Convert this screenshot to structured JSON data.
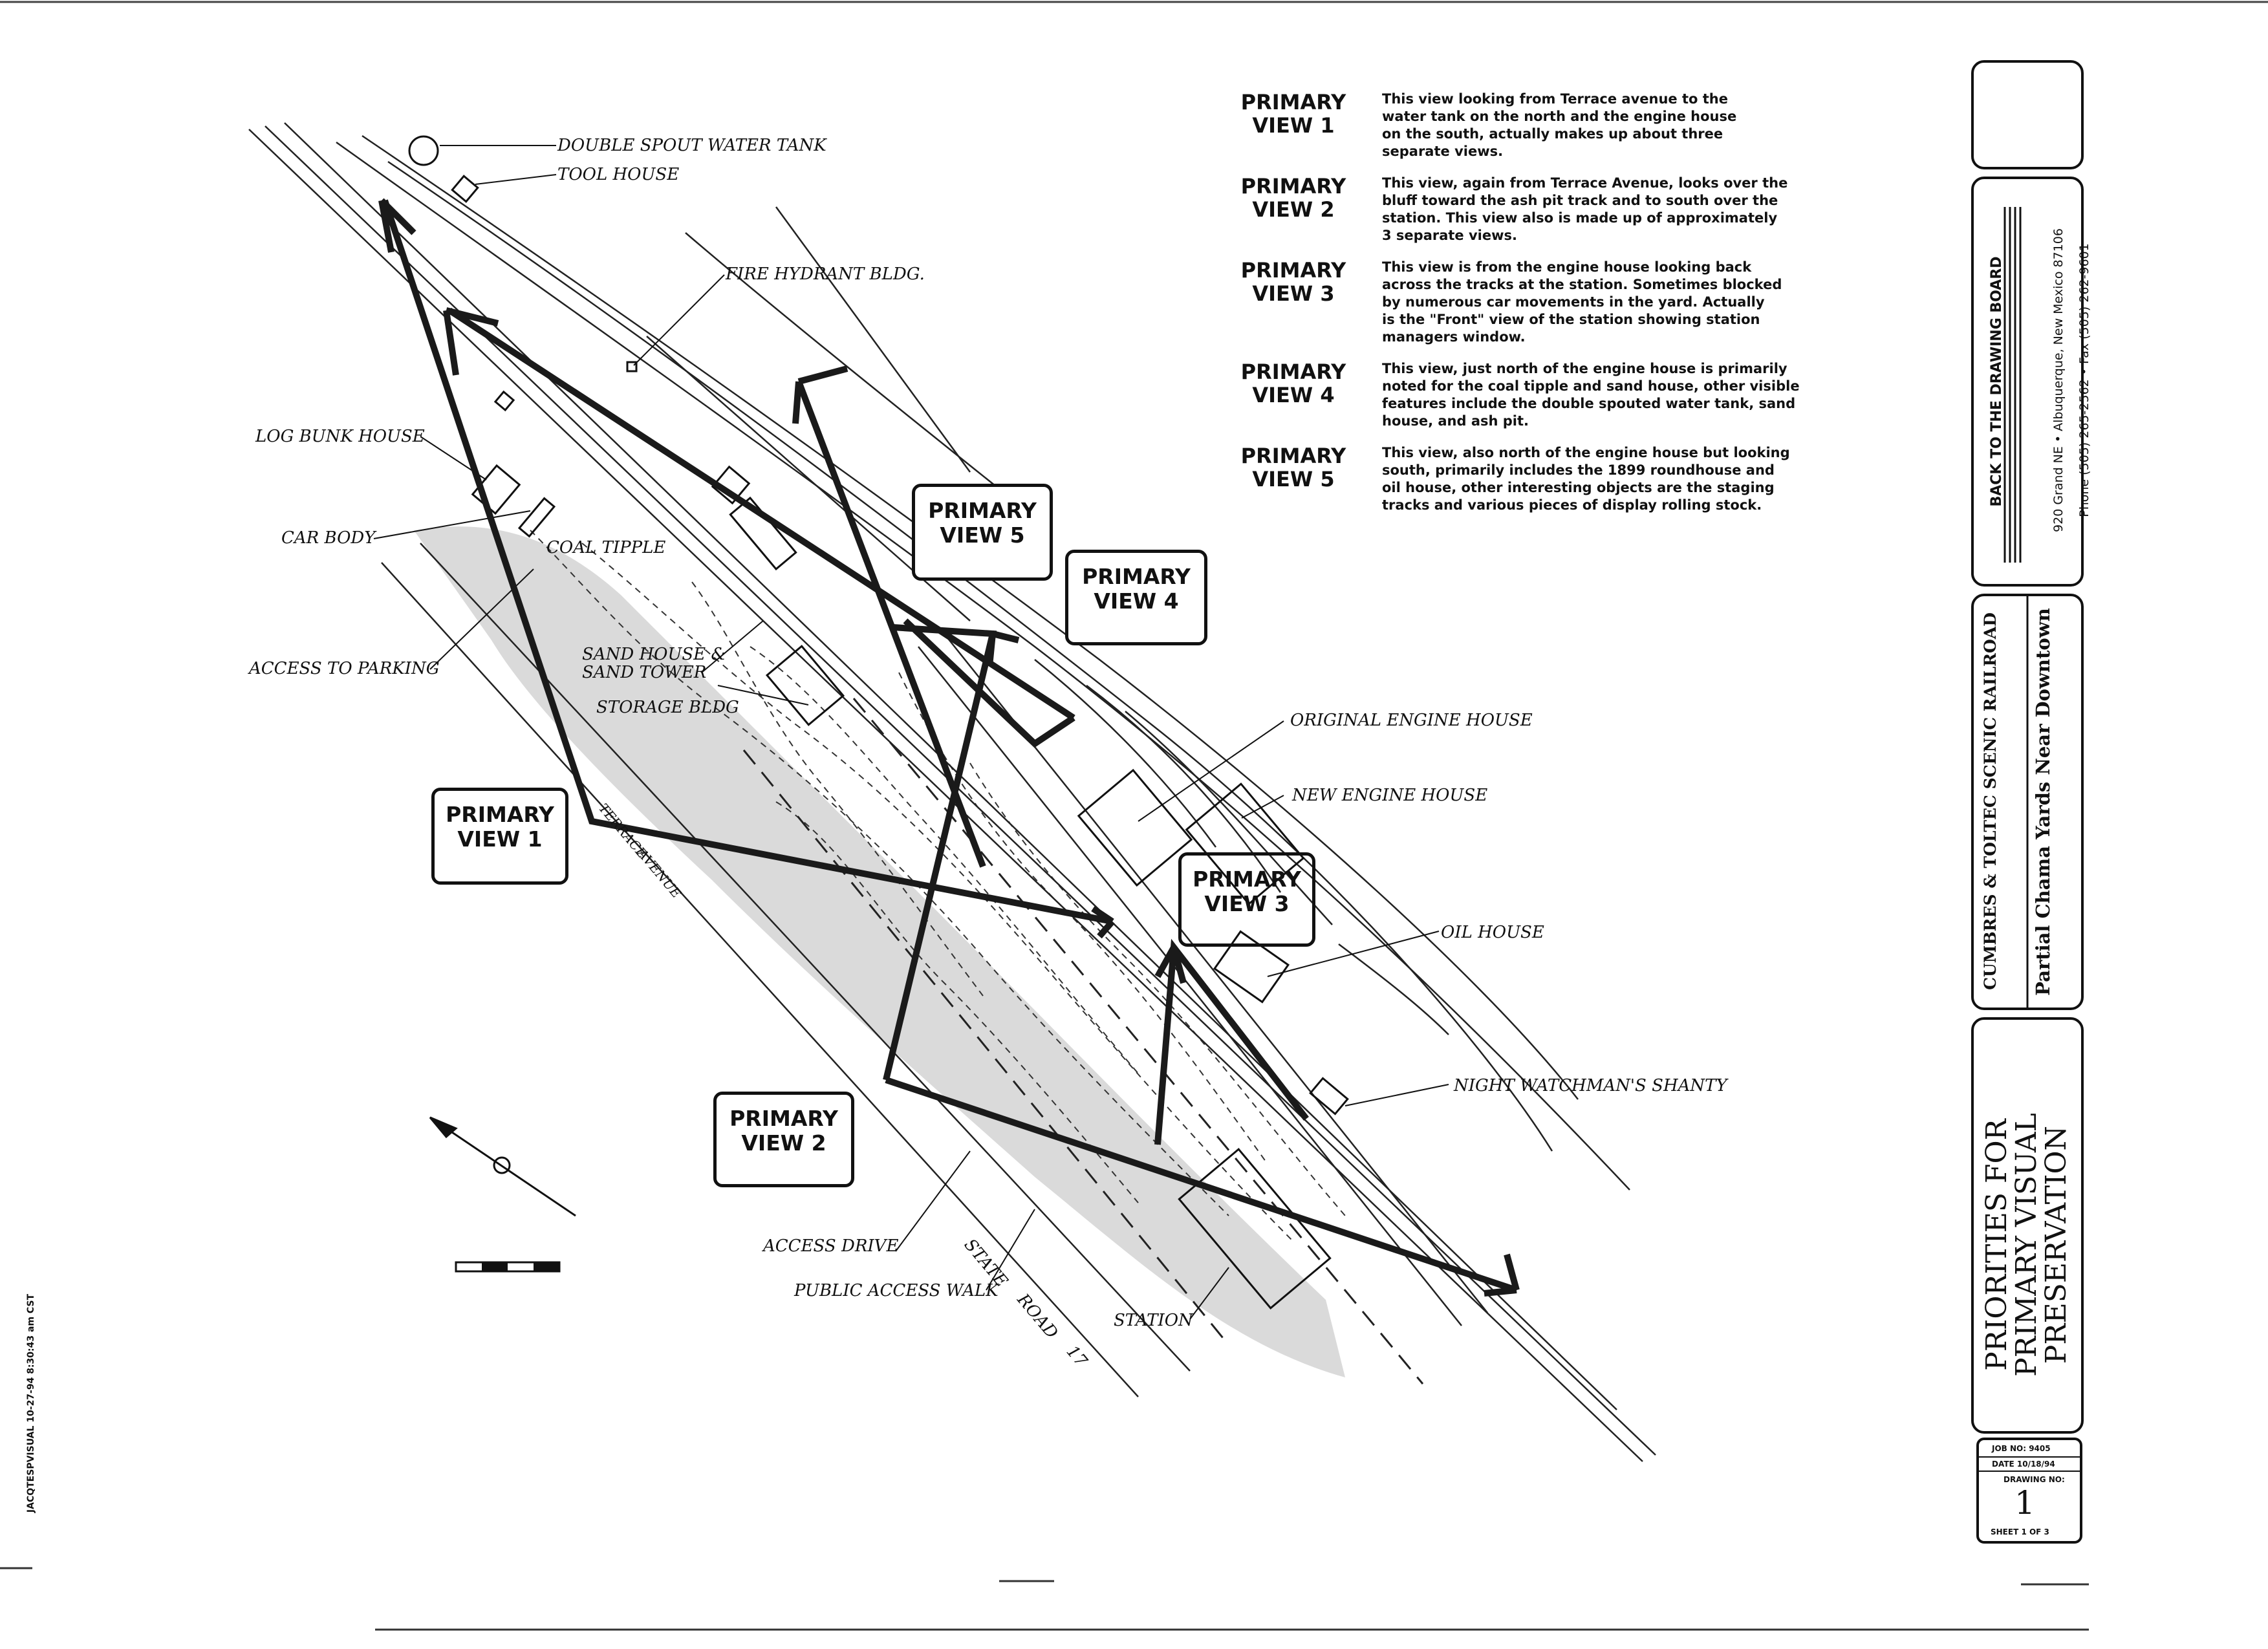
{
  "labels": {
    "double_spout_water_tank": "DOUBLE SPOUT WATER TANK",
    "tool_house": "TOOL HOUSE",
    "fire_hydrant_bldg": "FIRE HYDRANT BLDG.",
    "log_bunk_house": "LOG BUNK HOUSE",
    "car_body": "CAR BODY",
    "coal_tipple": "COAL TIPPLE",
    "access_to_parking": "ACCESS TO PARKING",
    "sand_house_1": "SAND HOUSE &",
    "sand_house_2": "SAND TOWER",
    "storage_bldg": "STORAGE BLDG",
    "original_engine_house": "ORIGINAL ENGINE HOUSE",
    "new_engine_house": "NEW ENGINE HOUSE",
    "oil_house": "OIL HOUSE",
    "night_watchman": "NIGHT WATCHMAN'S SHANTY",
    "access_drive": "ACCESS DRIVE",
    "public_access_walk": "PUBLIC ACCESS WALK",
    "station": "STATION",
    "state": "STATE",
    "road": "ROAD",
    "road_num": "17",
    "terrace": "TERRACE",
    "avenue": "AVENUE"
  },
  "view_boxes": [
    {
      "line1": "PRIMARY",
      "line2": "VIEW 1"
    },
    {
      "line1": "PRIMARY",
      "line2": "VIEW 2"
    },
    {
      "line1": "PRIMARY",
      "line2": "VIEW 3"
    },
    {
      "line1": "PRIMARY",
      "line2": "VIEW 4"
    },
    {
      "line1": "PRIMARY",
      "line2": "VIEW 5"
    }
  ],
  "notes": [
    {
      "title1": "PRIMARY",
      "title2": "VIEW 1",
      "text": "This view looking from Terrace avenue to the\nwater tank on the north and the engine house\non the south, actually makes up about three\nseparate views."
    },
    {
      "title1": "PRIMARY",
      "title2": "VIEW 2",
      "text": "This view, again from Terrace Avenue, looks over the\nbluff toward the ash pit track and to south over the\nstation.  This view also is made up of approximately\n3 separate views."
    },
    {
      "title1": "PRIMARY",
      "title2": "VIEW 3",
      "text": "This view is from the engine house looking back\nacross the tracks at the station.  Sometimes blocked\nby numerous car movements in the yard.  Actually\nis the \"Front\" view of the station showing station\nmanagers window."
    },
    {
      "title1": "PRIMARY",
      "title2": "VIEW 4",
      "text": "This view, just north of the engine house is primarily\nnoted for the coal tipple and sand house, other visible\nfeatures include the double spouted water tank, sand\nhouse, and ash pit."
    },
    {
      "title1": "PRIMARY",
      "title2": "VIEW 5",
      "text": "This view, also north of the engine house but looking\nsouth, primarily includes the 1899 roundhouse and\noil house, other interesting objects are the staging\ntracks and various pieces of display rolling stock."
    }
  ],
  "title_block": {
    "board": "BACK TO THE DRAWING BOARD",
    "address": "920 Grand NE • Albuquerque, New Mexico 87106",
    "phone": "Phone (505) 265-2562  •  Fax (505) 262-9601",
    "railroad": "CUMBRES & TOLTEC SCENIC RAILROAD",
    "subtitle": "Partial Chama Yards Near Downtown",
    "title1": "PRIORITIES FOR",
    "title2": "PRIMARY VISUAL",
    "title3": "PRESERVATION",
    "job_no": "JOB NO: 9405",
    "date": "DATE   10/18/94",
    "drawing_no_label": "DRAWING NO:",
    "drawing_no": "1",
    "sheet": "SHEET  1   OF  3"
  },
  "margin_stamp": "JACQTESPVISUAL  10-27-94  8:30:43 am CST"
}
